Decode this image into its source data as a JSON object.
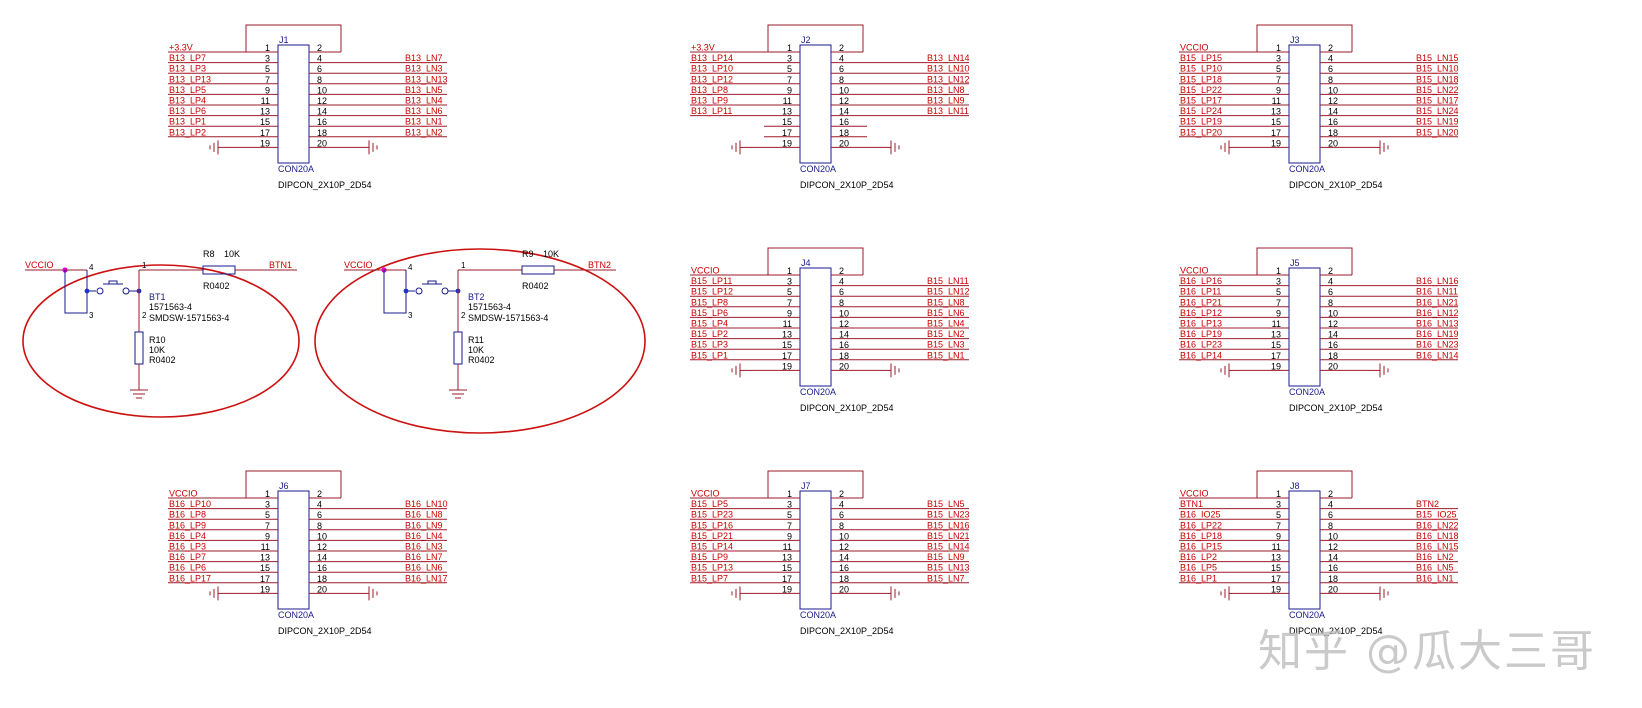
{
  "colors": {
    "wire": "#9b1b2a",
    "net_label": "#cc0000",
    "part": "#1a1a8c",
    "pin_text": "#000000",
    "ellipse": "#cc1111",
    "junction": "#1f33cc",
    "power_dot": "#e000e0",
    "watermark": "#bdbdbd"
  },
  "connectors": [
    {
      "ref": "J1",
      "type": "CON20A",
      "footprint": "DIPCON_2X10P_2D54",
      "left": [
        "+3.3V",
        "B13_LP7",
        "B13_LP3",
        "B13_LP13",
        "B13_LP5",
        "B13_LP4",
        "B13_LP6",
        "B13_LP1",
        "B13_LP2"
      ],
      "right": [
        "B13_LN7",
        "B13_LN3",
        "B13_LN13",
        "B13_LN5",
        "B13_LN4",
        "B13_LN6",
        "B13_LN1",
        "B13_LN2"
      ],
      "left_pins": [
        "1",
        "3",
        "5",
        "7",
        "9",
        "11",
        "13",
        "15",
        "17",
        "19"
      ],
      "right_pins": [
        "2",
        "4",
        "6",
        "8",
        "10",
        "12",
        "14",
        "16",
        "18",
        "20"
      ]
    },
    {
      "ref": "J2",
      "type": "CON20A",
      "footprint": "DIPCON_2X10P_2D54",
      "left": [
        "+3.3V",
        "B13_LP14",
        "B13_LP10",
        "B13_LP12",
        "B13_LP8",
        "B13_LP9",
        "B13_LP11"
      ],
      "right": [
        "B13_LN14",
        "B13_LN10",
        "B13_LN12",
        "B13_LN8",
        "B13_LN9",
        "B13_LN11"
      ],
      "left_pins": [
        "1",
        "3",
        "5",
        "7",
        "9",
        "11",
        "13",
        "15",
        "17",
        "19"
      ],
      "right_pins": [
        "2",
        "4",
        "6",
        "8",
        "10",
        "12",
        "14",
        "16",
        "18",
        "20"
      ]
    },
    {
      "ref": "J3",
      "type": "CON20A",
      "footprint": "DIPCON_2X10P_2D54",
      "left": [
        "VCCIO",
        "B15_LP15",
        "B15_LP10",
        "B15_LP18",
        "B15_LP22",
        "B15_LP17",
        "B15_LP24",
        "B15_LP19",
        "B15_LP20"
      ],
      "right": [
        "B15_LN15",
        "B15_LN10",
        "B15_LN18",
        "B15_LN22",
        "B15_LN17",
        "B15_LN24",
        "B15_LN19",
        "B15_LN20"
      ],
      "left_pins": [
        "1",
        "3",
        "5",
        "7",
        "9",
        "11",
        "13",
        "15",
        "17",
        "19"
      ],
      "right_pins": [
        "2",
        "4",
        "6",
        "8",
        "10",
        "12",
        "14",
        "16",
        "18",
        "20"
      ]
    },
    {
      "ref": "J4",
      "type": "CON20A",
      "footprint": "DIPCON_2X10P_2D54",
      "left": [
        "VCCIO",
        "B15_LP11",
        "B15_LP12",
        "B15_LP8",
        "B15_LP6",
        "B15_LP4",
        "B15_LP2",
        "B15_LP3",
        "B15_LP1"
      ],
      "right": [
        "B15_LN11",
        "B15_LN12",
        "B15_LN8",
        "B15_LN6",
        "B15_LN4",
        "B15_LN2",
        "B15_LN3",
        "B15_LN1"
      ],
      "left_pins": [
        "1",
        "3",
        "5",
        "7",
        "9",
        "11",
        "13",
        "15",
        "17",
        "19"
      ],
      "right_pins": [
        "2",
        "4",
        "6",
        "8",
        "10",
        "12",
        "14",
        "16",
        "18",
        "20"
      ]
    },
    {
      "ref": "J5",
      "type": "CON20A",
      "footprint": "DIPCON_2X10P_2D54",
      "left": [
        "VCCIO",
        "B16_LP16",
        "B16_LP11",
        "B16_LP21",
        "B16_LP12",
        "B16_LP13",
        "B16_LP19",
        "B16_LP23",
        "B16_LP14"
      ],
      "right": [
        "B16_LN16",
        "B16_LN11",
        "B16_LN21",
        "B16_LN12",
        "B16_LN13",
        "B16_LN19",
        "B16_LN23",
        "B16_LN14"
      ],
      "left_pins": [
        "1",
        "3",
        "5",
        "7",
        "9",
        "11",
        "13",
        "15",
        "17",
        "19"
      ],
      "right_pins": [
        "2",
        "4",
        "6",
        "8",
        "10",
        "12",
        "14",
        "16",
        "18",
        "20"
      ]
    },
    {
      "ref": "J6",
      "type": "CON20A",
      "footprint": "DIPCON_2X10P_2D54",
      "left": [
        "VCCIO",
        "B16_LP10",
        "B16_LP8",
        "B16_LP9",
        "B16_LP4",
        "B16_LP3",
        "B16_LP7",
        "B16_LP6",
        "B16_LP17"
      ],
      "right": [
        "B16_LN10",
        "B16_LN8",
        "B16_LN9",
        "B16_LN4",
        "B16_LN3",
        "B16_LN7",
        "B16_LN6",
        "B16_LN17"
      ],
      "left_pins": [
        "1",
        "3",
        "5",
        "7",
        "9",
        "11",
        "13",
        "15",
        "17",
        "19"
      ],
      "right_pins": [
        "2",
        "4",
        "6",
        "8",
        "10",
        "12",
        "14",
        "16",
        "18",
        "20"
      ]
    },
    {
      "ref": "J7",
      "type": "CON20A",
      "footprint": "DIPCON_2X10P_2D54",
      "left": [
        "VCCIO",
        "B15_LP5",
        "B15_LP23",
        "B15_LP16",
        "B15_LP21",
        "B15_LP14",
        "B15_LP9",
        "B15_LP13",
        "B15_LP7"
      ],
      "right": [
        "B15_LN5",
        "B15_LN23",
        "B15_LN16",
        "B15_LN21",
        "B15_LN14",
        "B15_LN9",
        "B15_LN13",
        "B15_LN7"
      ],
      "left_pins": [
        "1",
        "3",
        "5",
        "7",
        "9",
        "11",
        "13",
        "15",
        "17",
        "19"
      ],
      "right_pins": [
        "2",
        "4",
        "6",
        "8",
        "10",
        "12",
        "14",
        "16",
        "18",
        "20"
      ]
    },
    {
      "ref": "J8",
      "type": "CON20A",
      "footprint": "DIPCON_2X10P_2D54",
      "left": [
        "VCCIO",
        "BTN1",
        "B16_IO25",
        "B16_LP22",
        "B16_LP18",
        "B16_LP15",
        "B16_LP2",
        "B16_LP5",
        "B16_LP1"
      ],
      "right": [
        "BTN2",
        "B15_IO25",
        "B16_LN22",
        "B16_LN18",
        "B16_LN15",
        "B16_LN2",
        "B16_LN5",
        "B16_LN1"
      ],
      "left_pins": [
        "1",
        "3",
        "5",
        "7",
        "9",
        "11",
        "13",
        "15",
        "17",
        "19"
      ],
      "right_pins": [
        "2",
        "4",
        "6",
        "8",
        "10",
        "12",
        "14",
        "16",
        "18",
        "20"
      ]
    }
  ],
  "buttons": [
    {
      "power": "VCCIO",
      "switch_ref": "BT1",
      "switch_part": "1571563-4",
      "switch_footprint": "SMDSW-1571563-4",
      "pins": [
        "4",
        "3",
        "1",
        "2"
      ],
      "series_ref": "R8",
      "series_value": "10K",
      "series_footprint": "R0402",
      "pull_ref": "R10",
      "pull_value": "10K",
      "pull_footprint": "R0402",
      "net": "BTN1"
    },
    {
      "power": "VCCIO",
      "switch_ref": "BT2",
      "switch_part": "1571563-4",
      "switch_footprint": "SMDSW-1571563-4",
      "pins": [
        "4",
        "3",
        "1",
        "2"
      ],
      "series_ref": "R9",
      "series_value": "10K",
      "series_footprint": "R0402",
      "pull_ref": "R11",
      "pull_value": "10K",
      "pull_footprint": "R0402",
      "net": "BTN2"
    }
  ],
  "watermark": "知乎 @瓜大三哥"
}
